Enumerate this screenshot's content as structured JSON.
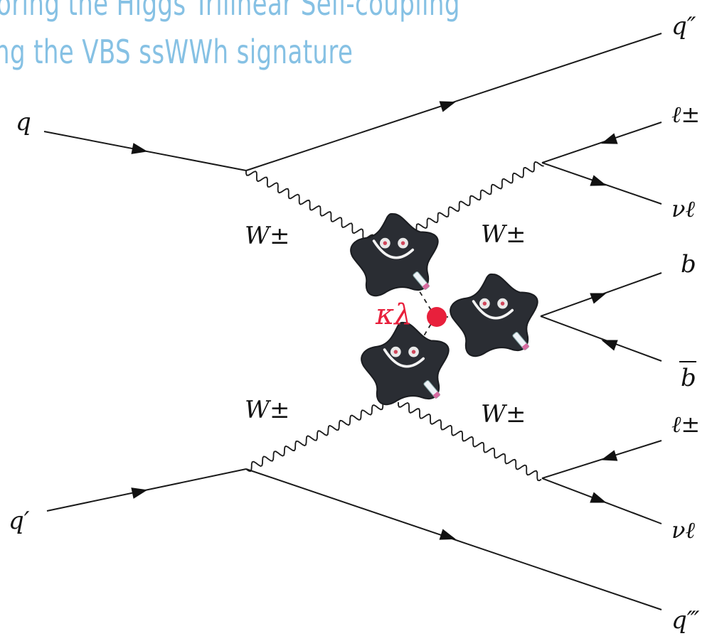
{
  "title": {
    "line1": "oring the Higgs Trilinear Self-coupling",
    "line2": "ng the VBS ssWWh signature"
  },
  "labels": {
    "q_in": "q",
    "qprime_in": "q′",
    "q_out_top": "q″",
    "q_out_bottom": "q‴",
    "lepton_top": "ℓ±",
    "lepton_bottom": "ℓ±",
    "neutrino_top": "νℓ",
    "neutrino_bottom": "νℓ",
    "b": "b",
    "bbar": "b",
    "w_upper_left": "W±",
    "w_upper_right": "W±",
    "w_lower_left": "W±",
    "w_lower_right": "W±",
    "kappa": "κλ"
  },
  "colors": {
    "title": "#86c1e4",
    "vertex": "#e8203c",
    "kappa": "#e8203c",
    "star": "#2a2d33"
  }
}
